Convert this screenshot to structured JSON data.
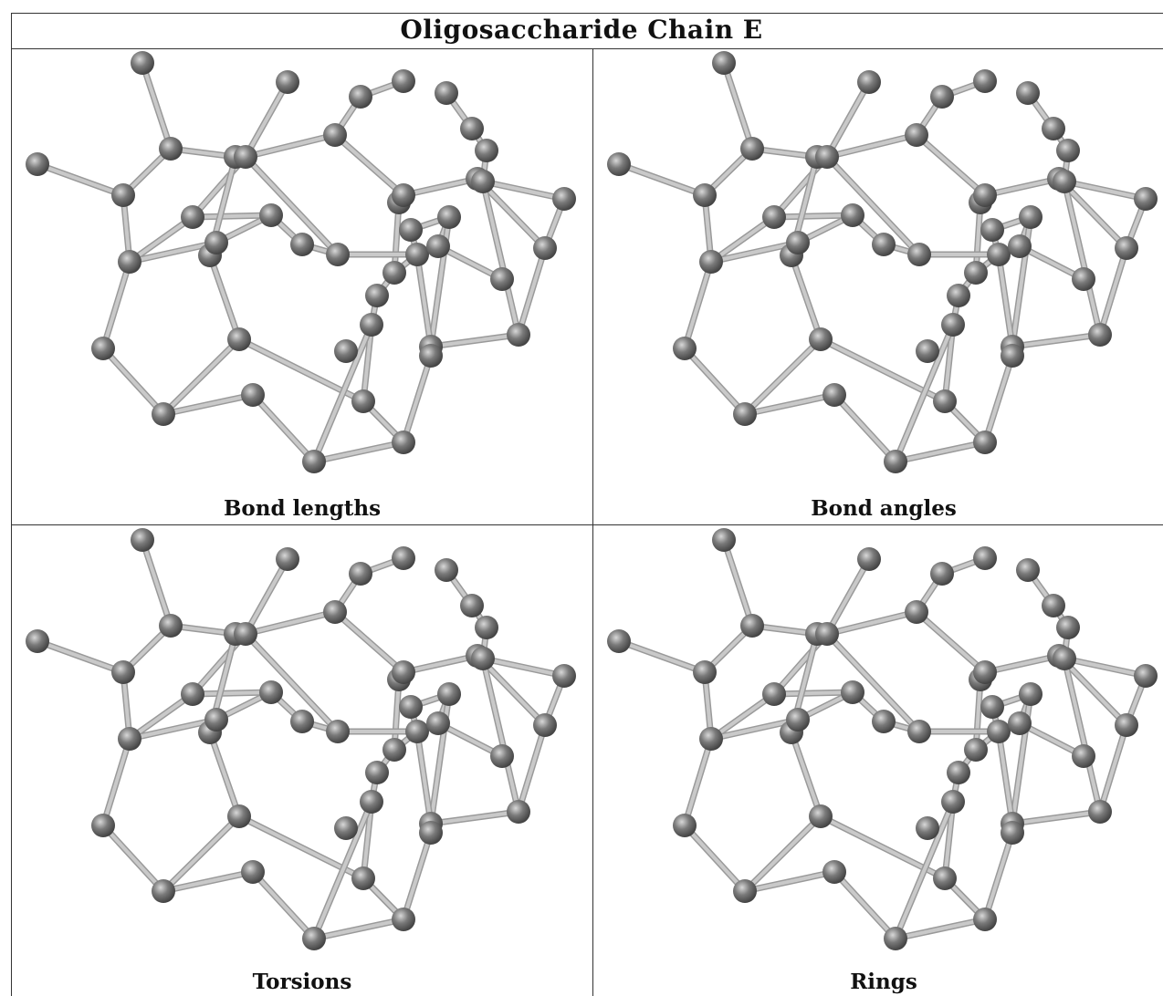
{
  "table": {
    "title": "Oligosaccharide Chain E"
  },
  "panels": [
    {
      "label": "Bond lengths"
    },
    {
      "label": "Bond angles"
    },
    {
      "label": "Torsions"
    },
    {
      "label": "Rings"
    }
  ],
  "colors": {
    "atom": "#7a7a7a",
    "bond": "#c9c9c9",
    "border": "#333333"
  }
}
